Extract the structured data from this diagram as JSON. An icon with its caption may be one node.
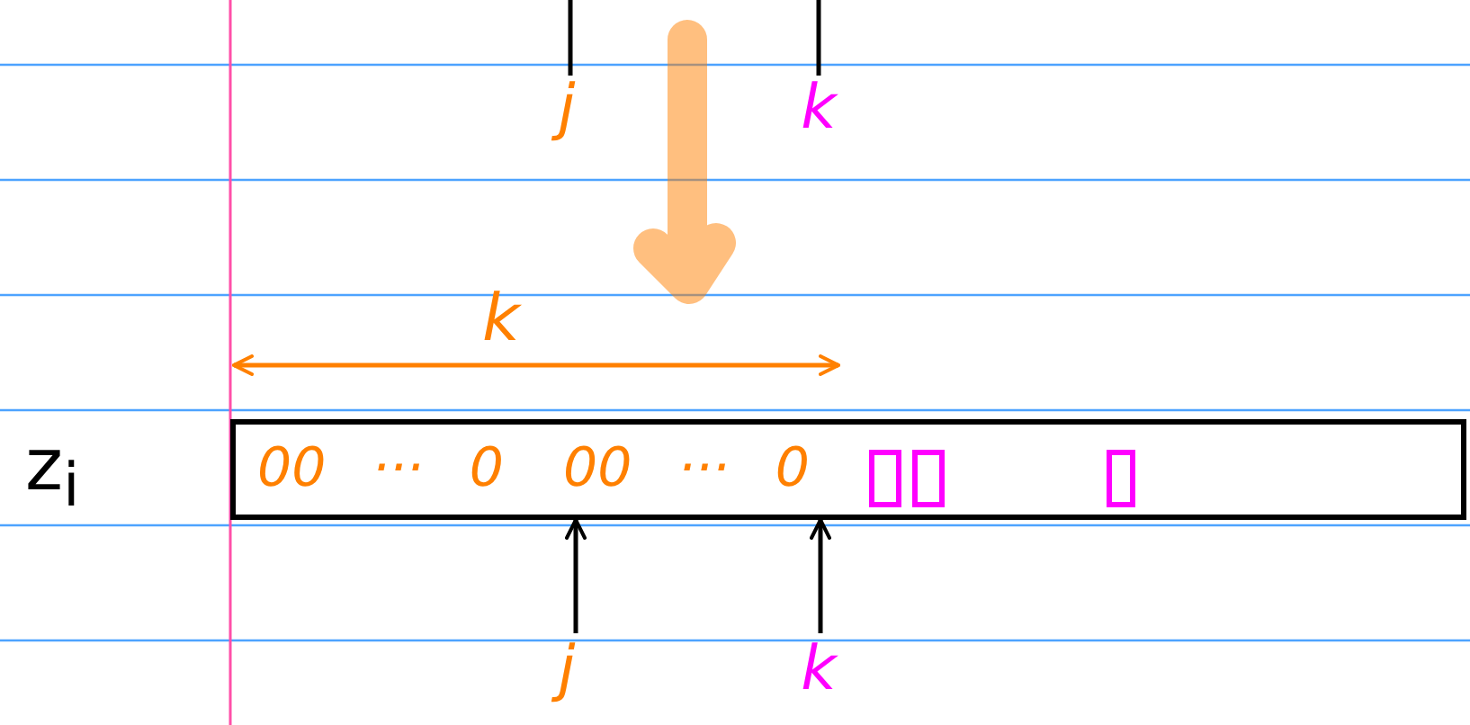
{
  "diagram": {
    "nodes": [
      {
        "text": [
          "j"
        ]
      },
      {
        "text": [
          "k"
        ]
      },
      {
        "text": [
          "00 ··· 0",
          "00 ··· 0"
        ],
        "beside": [
          "z$_{i}$"
        ]
      },
      {
        "text": [],
        "shape": "box",
        "in": 2
      },
      {
        "text": [],
        "shape": "box",
        "in": 2
      },
      {
        "text": [],
        "shape": "box",
        "in": 2
      },
      {
        "text": [
          "j"
        ]
      },
      {
        "text": [
          "k"
        ]
      }
    ],
    "edges": [
      {
        "from": 0,
        "to": null,
        "arrow": "none"
      },
      {
        "from": 1,
        "to": null,
        "arrow": "none"
      },
      {
        "from": 6,
        "to": 2,
        "arrow": "to"
      },
      {
        "from": 7,
        "to": 2,
        "arrow": "to"
      }
    ],
    "labels": [
      "k"
    ]
  }
}
